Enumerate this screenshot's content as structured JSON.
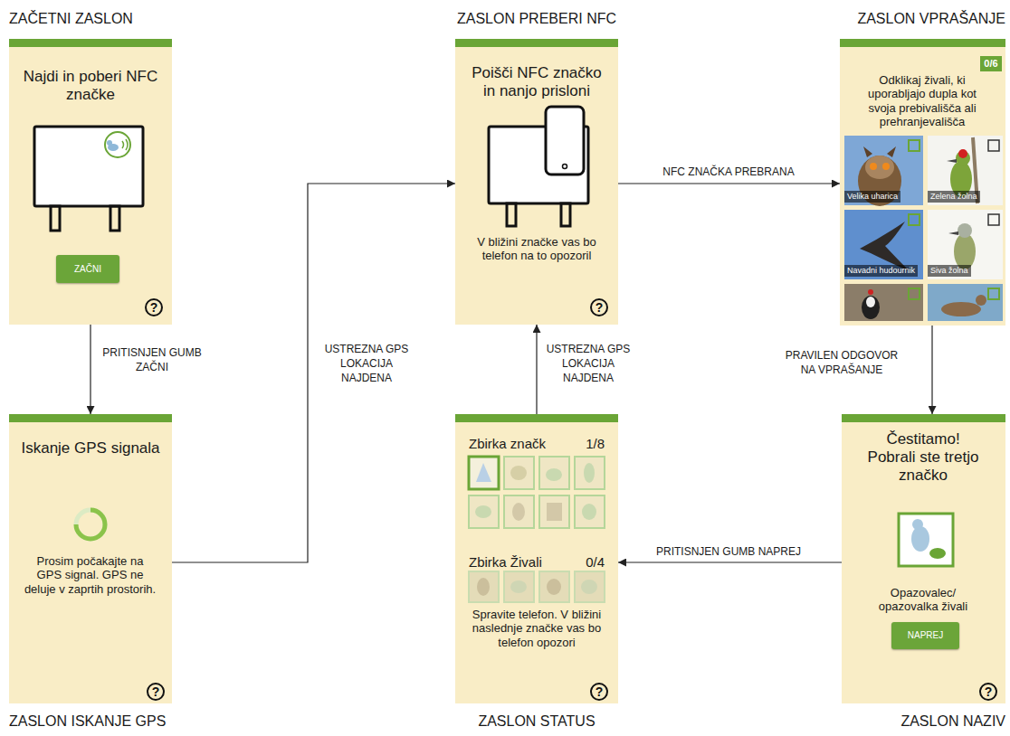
{
  "diagram": {
    "nodes": [
      {
        "text": [
          "ZAČETNI ZASLON",
          "Najdi in poberi NFC značke"
        ]
      },
      {
        "text": [
          "ZASLON PREBERI NFC",
          "Poišči NFC značko in nanjo prisloni",
          "V bližini značke vas bo telefon na to opozoril"
        ]
      },
      {
        "text": [
          "ZASLON VPRAŠANJE",
          "Odklikaj živali, ki uporabljajo dupla kot svoja prebivališča ali prehranjevališča"
        ]
      },
      {
        "text": [
          "Iskanje GPS signala",
          "Prosim počakajte na GPS signal. GPS ne deluje v zaprtih prostorih.",
          "ZASLON ISKANJE GPS"
        ]
      },
      {
        "text": [
          "Zbirka značk",
          "1/8",
          "Zbirka Živali",
          "0/4",
          "Spravite telefon. V bližini naslednje značke vas bo telefon opozori",
          "ZASLON STATUS"
        ]
      },
      {
        "text": [
          "Čestitamo! Pobrali ste tretjo značko",
          "Opazovalec/ opazovalka živali",
          "ZASLON NAZIV"
        ]
      },
      {
        "text": [
          "ZAČNI"
        ],
        "in": 0
      },
      {
        "text": [
          "?"
        ],
        "in": 0
      },
      {
        "text": [
          "?"
        ],
        "in": 1
      },
      {
        "text": [
          "0/6"
        ],
        "in": 2
      },
      {
        "text": [
          "Velika uharica"
        ],
        "in": 2
      },
      {
        "text": [
          "Zelena žolna"
        ],
        "in": 2
      },
      {
        "text": [
          "Navadni hudournik"
        ],
        "in": 2
      },
      {
        "text": [
          "Siva žolna"
        ],
        "in": 2
      },
      {
        "text": [
          "?"
        ],
        "in": 3
      },
      {
        "text": [
          "?"
        ],
        "in": 4
      },
      {
        "text": [
          "NAPREJ"
        ],
        "in": 5
      },
      {
        "text": [
          "?"
        ],
        "in": 5
      }
    ],
    "edges": [
      {
        "from": 0,
        "to": 3,
        "label": "PRITISNJEN GUMB ZAČNI",
        "arrow": "to"
      },
      {
        "from": 3,
        "to": 1,
        "label": "USTREZNA GPS LOKACIJA NAJDENA",
        "arrow": "to"
      },
      {
        "from": 1,
        "to": 2,
        "label": "NFC ZNAČKA PREBRANA",
        "arrow": "to"
      },
      {
        "from": 2,
        "to": 5,
        "label": "PRAVILEN ODGOVOR NA VPRAŠANJE",
        "arrow": "to"
      },
      {
        "from": 5,
        "to": 4,
        "label": "PRITISNJEN GUMB NAPREJ",
        "arrow": "to"
      },
      {
        "from": 4,
        "to": 1,
        "label": "USTREZNA GPS LOKACIJA NAJDENA",
        "arrow": "to"
      }
    ]
  }
}
